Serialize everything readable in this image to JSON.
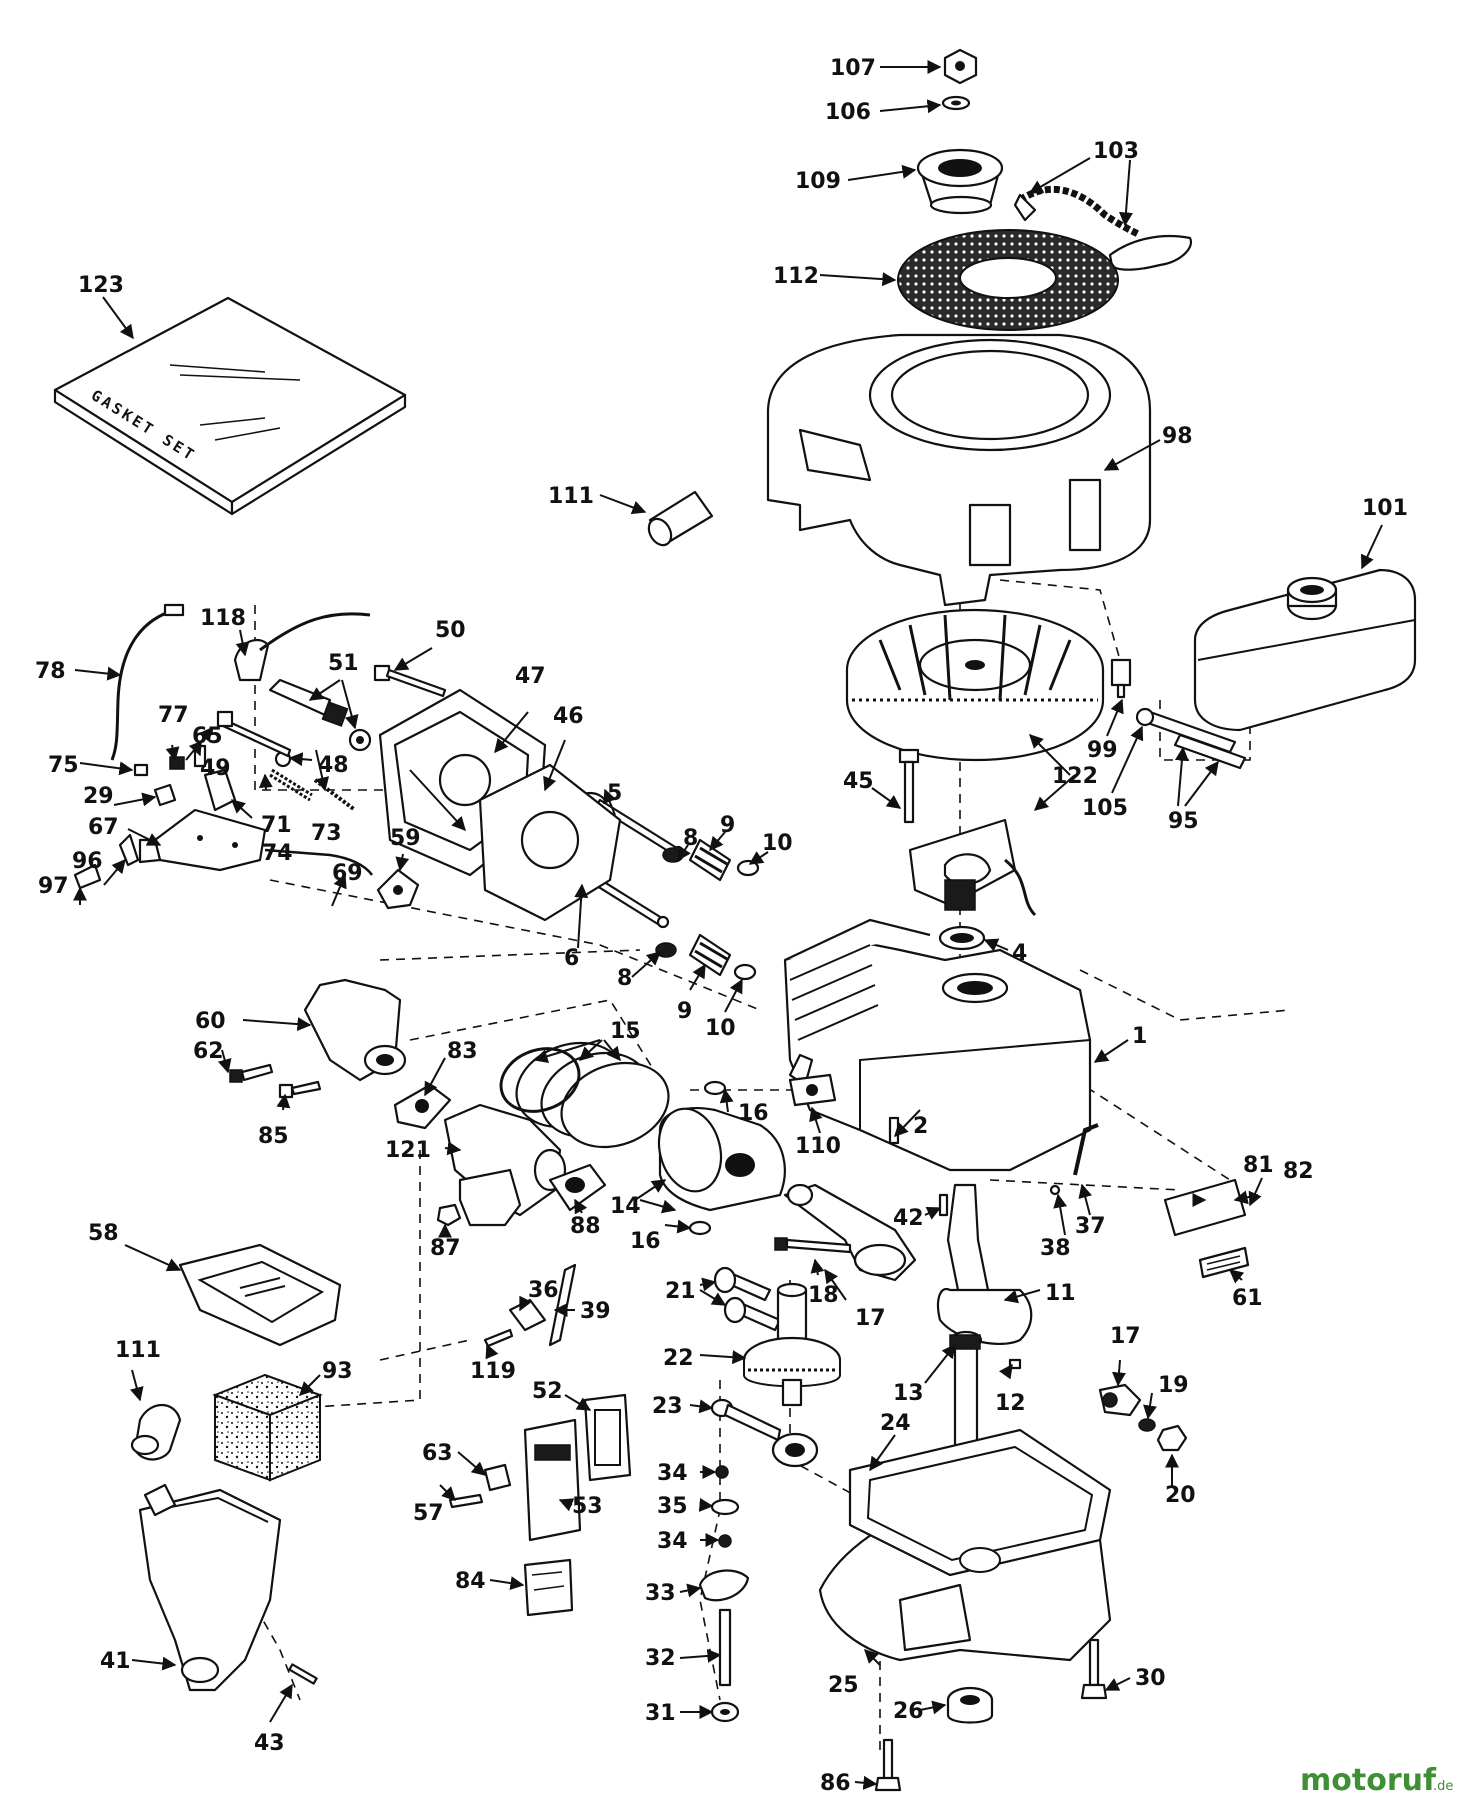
{
  "diagram": {
    "gasket_box_text": "GASKET SET",
    "callouts": {
      "c1": "1",
      "c2": "2",
      "c4": "4",
      "c5": "5",
      "c6": "6",
      "c8a": "8",
      "c8b": "8",
      "c9a": "9",
      "c9b": "9",
      "c10a": "10",
      "c10b": "10",
      "c11": "11",
      "c12": "12",
      "c13": "13",
      "c14": "14",
      "c15": "15",
      "c16a": "16",
      "c16b": "16",
      "c17a": "17",
      "c17b": "17",
      "c18": "18",
      "c19": "19",
      "c20": "20",
      "c21": "21",
      "c22": "22",
      "c23": "23",
      "c24": "24",
      "c25": "25",
      "c26": "26",
      "c29": "29",
      "c30": "30",
      "c31": "31",
      "c32": "32",
      "c33": "33",
      "c34a": "34",
      "c34b": "34",
      "c35": "35",
      "c36": "36",
      "c37": "37",
      "c38": "38",
      "c39": "39",
      "c41": "41",
      "c42": "42",
      "c43": "43",
      "c45": "45",
      "c46": "46",
      "c47": "47",
      "c48": "48",
      "c49": "49",
      "c50": "50",
      "c51": "51",
      "c52": "52",
      "c53": "53",
      "c57": "57",
      "c58": "58",
      "c59": "59",
      "c60": "60",
      "c61": "61",
      "c62": "62",
      "c63": "63",
      "c65": "65",
      "c67": "67",
      "c69": "69",
      "c71": "71",
      "c73": "73",
      "c74": "74",
      "c75": "75",
      "c77": "77",
      "c78": "78",
      "c81": "81",
      "c82": "82",
      "c83": "83",
      "c84": "84",
      "c85": "85",
      "c86": "86",
      "c87": "87",
      "c88": "88",
      "c93": "93",
      "c95": "95",
      "c96": "96",
      "c97": "97",
      "c98": "98",
      "c99": "99",
      "c101": "101",
      "c103": "103",
      "c105": "105",
      "c106": "106",
      "c107": "107",
      "c109": "109",
      "c110": "110",
      "c111a": "111",
      "c111b": "111",
      "c112": "112",
      "c118": "118",
      "c119": "119",
      "c121": "121",
      "c122": "122",
      "c123": "123"
    }
  },
  "watermark": {
    "brand": "motoruf",
    "suffix": ".de",
    "color": "#3f8f35"
  }
}
